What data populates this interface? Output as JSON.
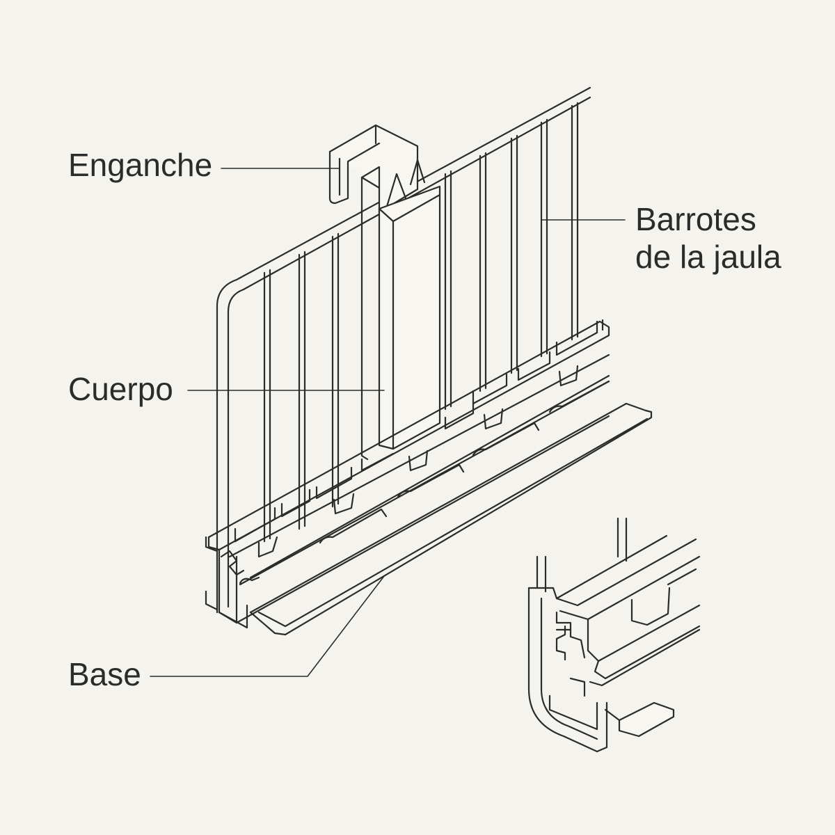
{
  "labels": {
    "hook": "Enganche",
    "bars_line1": "Barrotes",
    "bars_line2": "de la jaula",
    "body": "Cuerpo",
    "base": "Base"
  },
  "colors": {
    "background": "#f4f3ee",
    "ink": "#2b2b2b",
    "fill": "#f7f6f1"
  }
}
